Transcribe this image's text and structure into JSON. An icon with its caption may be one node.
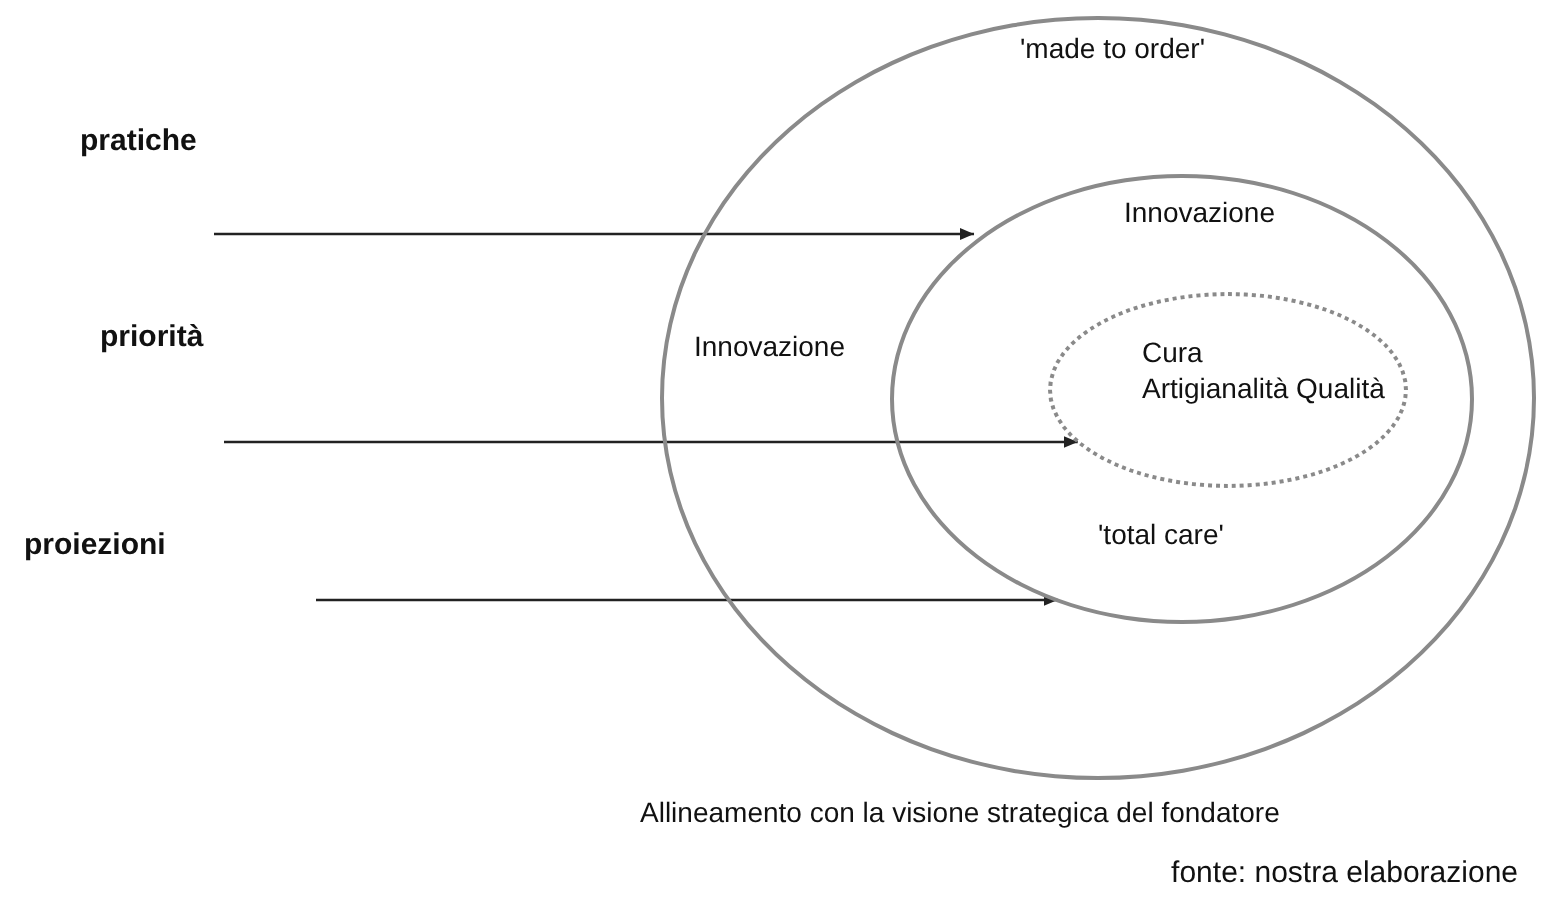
{
  "diagram": {
    "caption": "fonte: nostra elaborazione",
    "nodes": [
      {
        "text": [
          "'made to order'",
          "Innovazione"
        ],
        "beside": [
          "Allineamento con la visione strategica del fondatore"
        ]
      },
      {
        "text": [
          "Innovazione",
          "'total care'"
        ],
        "in": 0
      },
      {
        "text": [
          "Cura",
          "Artigianalità Qualità"
        ],
        "in": 1
      }
    ],
    "edges": [
      {
        "from": null,
        "to": 1,
        "arrow": "to"
      },
      {
        "from": null,
        "to": 2,
        "arrow": "to"
      },
      {
        "from": null,
        "to": 1,
        "arrow": "to"
      }
    ],
    "labels": [
      "pratiche",
      "priorità",
      "proiezioni"
    ]
  }
}
